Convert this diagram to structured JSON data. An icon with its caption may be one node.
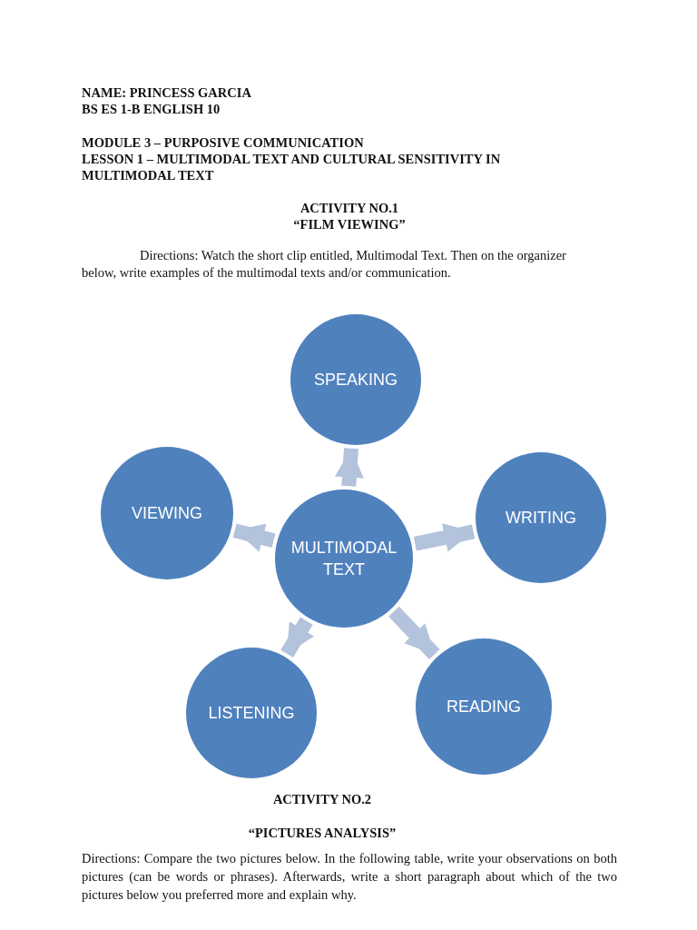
{
  "diagram": {
    "nodes": [
      {
        "text": [
          "SPEAKING"
        ]
      },
      {
        "text": [
          "VIEWING"
        ]
      },
      {
        "text": [
          "MULTIMODAL TEXT"
        ]
      },
      {
        "text": [
          "WRITING"
        ]
      },
      {
        "text": [
          "LISTENING"
        ]
      },
      {
        "text": [
          "READING"
        ]
      }
    ],
    "edges": [
      {
        "from": 2,
        "to": 0,
        "arrow": "to"
      },
      {
        "from": 2,
        "to": 1,
        "arrow": "to"
      },
      {
        "from": 2,
        "to": 3,
        "arrow": "to"
      },
      {
        "from": 2,
        "to": 4,
        "arrow": "to"
      },
      {
        "from": 2,
        "to": 5,
        "arrow": "to"
      }
    ],
    "labels": [
      "NAME: PRINCESS GARCIA",
      "BS ES 1-B ENGLISH 10",
      "MODULE 3 – PURPOSIVE COMMUNICATION",
      "LESSON 1 – MULTIMODAL TEXT AND CULTURAL SENSITIVITY IN MULTIMODAL TEXT",
      "ACTIVITY NO.1",
      "“FILM VIEWING”",
      "Directions: Watch the short clip entitled, Multimodal Text. Then on the organizer below, write examples of the multimodal texts and/or communication.",
      "ACTIVITY NO.2",
      "“PICTURES ANALYSIS”",
      "Directions: Compare the two pictures below. In the following table, write your observations on both pictures (can be words or phrases). Afterwards, write a short paragraph about which of the two pictures below you preferred more and explain why."
    ]
  }
}
